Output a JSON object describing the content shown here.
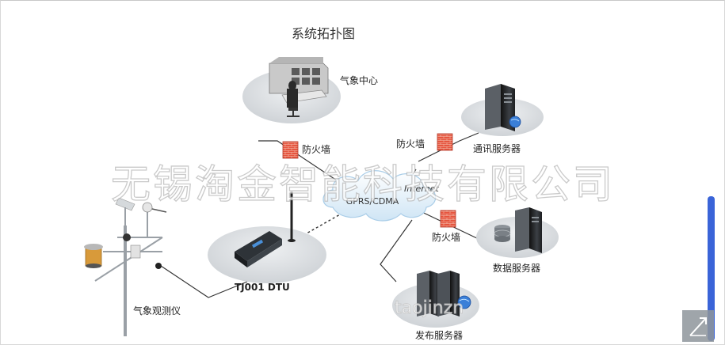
{
  "title": "系统拓扑图",
  "watermark": "无锡淘金智能科技有限公司",
  "watermark_small": "taojinzn",
  "nodes": {
    "weather_center": "气象中心",
    "firewall_1": "防火墙",
    "firewall_2": "防火墙",
    "firewall_3": "防火墙",
    "comm_server": "通讯服务器",
    "data_server": "数据服务器",
    "publish_server": "发布服务器",
    "cloud_network": "GPRS/CDMA",
    "internet": "Internet",
    "dtu": "TJ001  DTU",
    "weather_station": "气象观测仪"
  },
  "colors": {
    "ellipse": "#d9dde1",
    "line": "#333333",
    "cloud": "#e8f3fb",
    "firewall": "#d84b3a",
    "server": "#2b2f33",
    "accent": "#3a64d8"
  },
  "icons": {
    "corner": "expand-corner-icon"
  }
}
